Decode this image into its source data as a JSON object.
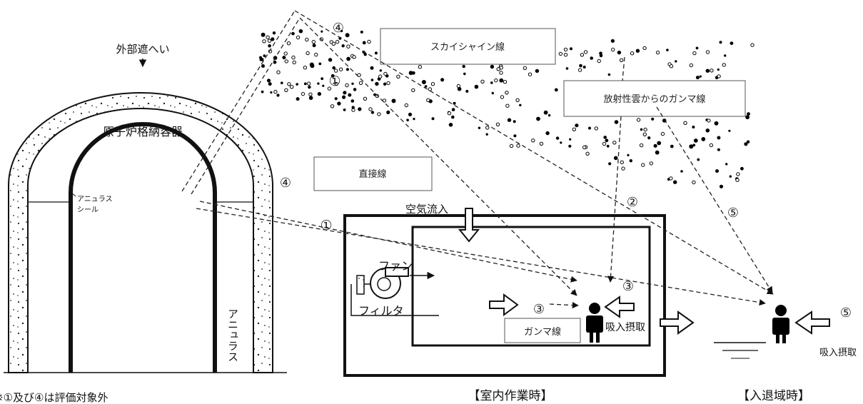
{
  "colors": {
    "ink": "#111111",
    "box_stroke": "#555555",
    "background": "#ffffff"
  },
  "labels": {
    "outer_shield": "外部遮へい",
    "containment_vessel": "原子炉格納容器",
    "annulus_seal_line1": "アニュラス",
    "annulus_seal_line2": "シール",
    "annulus_vertical": "アニュラス",
    "skyshine": "スカイシャイン線",
    "cloud_gamma": "放射性雲からのガンマ線",
    "direct": "直接線",
    "air_inflow": "空気流入",
    "fan": "ファン",
    "filter": "フィルタ",
    "gamma": "ガンマ線",
    "inhalation_indoor": "吸入摂取",
    "inhalation_outdoor": "吸入摂取",
    "indoor_caption": "【室内作業時】",
    "entry_caption": "【入退域時】",
    "footnote": "※①及び④は評価対象外"
  },
  "markers": {
    "m1": "①",
    "m2": "②",
    "m3": "③",
    "m4": "④",
    "m5": "⑤"
  },
  "icons": [
    "fan-icon",
    "filter-icon",
    "person-icon",
    "inflow-arrow-icon",
    "ground-icon"
  ]
}
